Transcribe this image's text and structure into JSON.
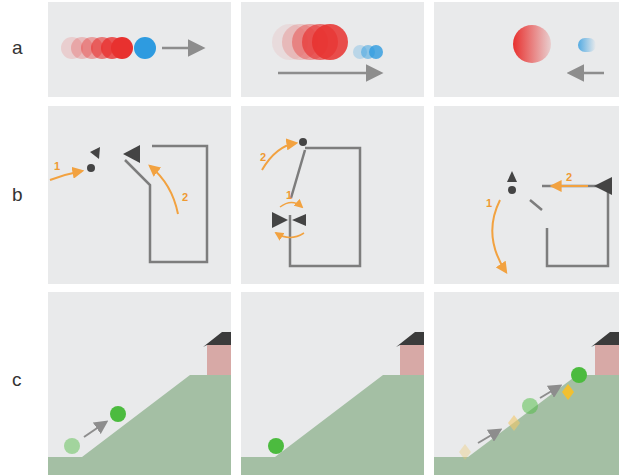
{
  "diagram": {
    "labels": [
      "a",
      "b",
      "1",
      "2",
      "2",
      "1",
      "1",
      "2",
      "c"
    ]
  }
}
